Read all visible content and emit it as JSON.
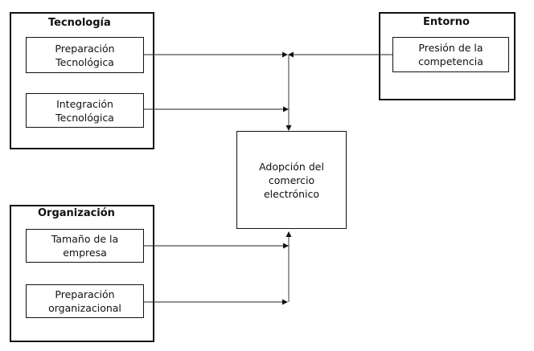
{
  "groups": {
    "tecnologia": {
      "title": "Tecnología",
      "nodes": {
        "preparacion_tecnologica": [
          "Preparación",
          "Tecnológica"
        ],
        "integracion_tecnologica": [
          "Integración",
          "Tecnológica"
        ]
      }
    },
    "entorno": {
      "title": "Entorno",
      "nodes": {
        "presion_competencia": [
          "Presión de la",
          "competencia"
        ]
      }
    },
    "organizacion": {
      "title": "Organización",
      "nodes": {
        "tamano_empresa": [
          "Tamaño de la",
          "empresa"
        ],
        "preparacion_organizacional": [
          "Preparación",
          "organizacional"
        ]
      }
    }
  },
  "center": {
    "adopcion": [
      "Adopción del",
      "comercio",
      "electrónico"
    ]
  },
  "edges": [
    {
      "from": "Preparación Tecnológica",
      "to": "Adopción del comercio electrónico"
    },
    {
      "from": "Integración Tecnológica",
      "to": "Adopción del comercio electrónico"
    },
    {
      "from": "Presión de la competencia",
      "to": "Adopción del comercio electrónico"
    },
    {
      "from": "Tamaño de la empresa",
      "to": "Adopción del comercio electrónico"
    },
    {
      "from": "Preparación organizacional",
      "to": "Adopción del comercio electrónico"
    }
  ]
}
